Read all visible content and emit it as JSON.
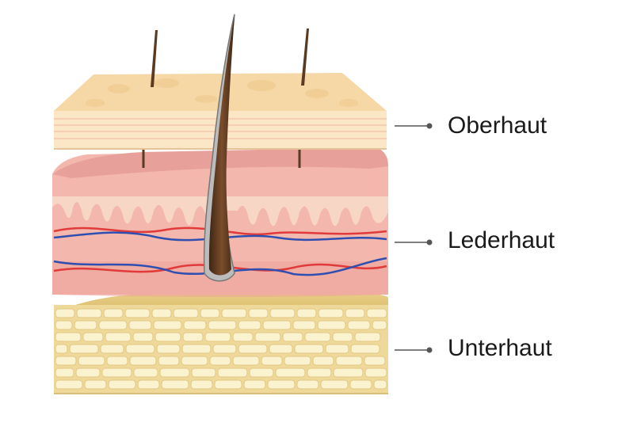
{
  "labels": {
    "epidermis": "Oberhaut",
    "dermis": "Lederhaut",
    "subcutis": "Unterhaut"
  },
  "colors": {
    "epidermis_top": "#f6d7a6",
    "epidermis_front": "#fbe6c6",
    "dermis_top": "#e8a09a",
    "dermis_front": "#f3b7ae",
    "subcutis_front": "#efd99a",
    "fat_cell": "#fbf2cf",
    "artery": "#e03a3a",
    "vein": "#2f4fb0",
    "hair": "#5b3a22",
    "connector": "#555555"
  }
}
